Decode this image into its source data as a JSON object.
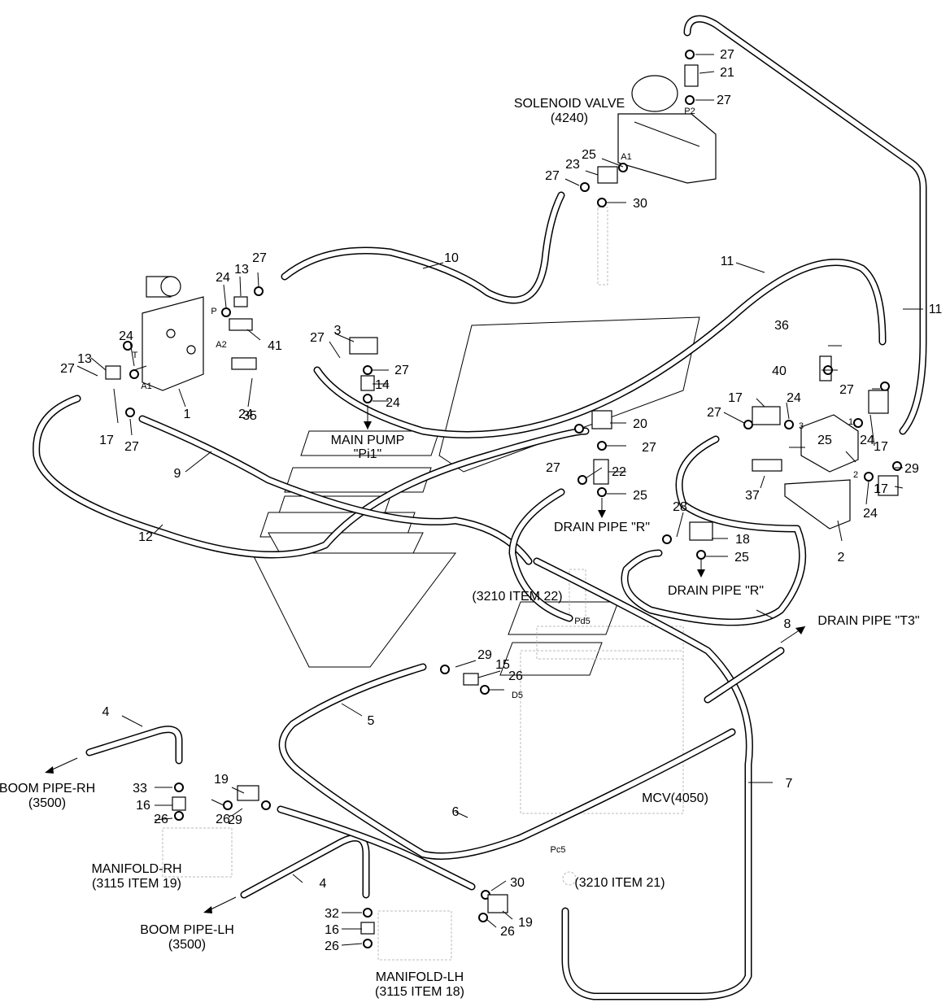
{
  "title": "",
  "labels": {
    "solenoid_valve": "SOLENOID VALVE",
    "solenoid_valve_ref": "(4240)",
    "main_pump": "MAIN PUMP",
    "main_pump_port": "\"Pi1\"",
    "drain_pipe_r_1": "DRAIN PIPE \"R\"",
    "drain_pipe_r_2": "DRAIN PIPE \"R\"",
    "drain_pipe_t3": "DRAIN PIPE \"T3\"",
    "ref_3210_22": "(3210 ITEM 22)",
    "ref_3210_21": "(3210 ITEM 21)",
    "mcv": "MCV(4050)",
    "boom_pipe_rh": "BOOM PIPE-RH",
    "boom_pipe_rh_ref": "(3500)",
    "boom_pipe_lh": "BOOM PIPE-LH",
    "boom_pipe_lh_ref": "(3500)",
    "manifold_rh": "MANIFOLD-RH",
    "manifold_rh_ref": "(3115 ITEM 19)",
    "manifold_lh": "MANIFOLD-LH",
    "manifold_lh_ref": "(3115 ITEM 18)"
  },
  "ports": {
    "p2": "P2",
    "a1_sol": "A1",
    "p": "P",
    "t": "T",
    "a2": "A2",
    "a1": "A1",
    "pd5": "Pd5",
    "d5": "D5",
    "pc5": "Pc5",
    "port1": "1",
    "port2": "2",
    "port3": "3"
  },
  "callouts": [
    "1",
    "2",
    "3",
    "4",
    "4",
    "5",
    "6",
    "7",
    "8",
    "9",
    "10",
    "11",
    "11",
    "12",
    "13",
    "13",
    "14",
    "15",
    "16",
    "16",
    "17",
    "17",
    "17",
    "17",
    "18",
    "19",
    "19",
    "20",
    "21",
    "22",
    "23",
    "24",
    "24",
    "24",
    "24",
    "24",
    "24",
    "24",
    "25",
    "25",
    "25",
    "25",
    "26",
    "26",
    "26",
    "26",
    "26",
    "27",
    "27",
    "27",
    "27",
    "27",
    "27",
    "27",
    "27",
    "27",
    "27",
    "27",
    "27",
    "28",
    "29",
    "29",
    "29",
    "30",
    "30",
    "32",
    "33",
    "35",
    "36",
    "37",
    "40",
    "41"
  ]
}
